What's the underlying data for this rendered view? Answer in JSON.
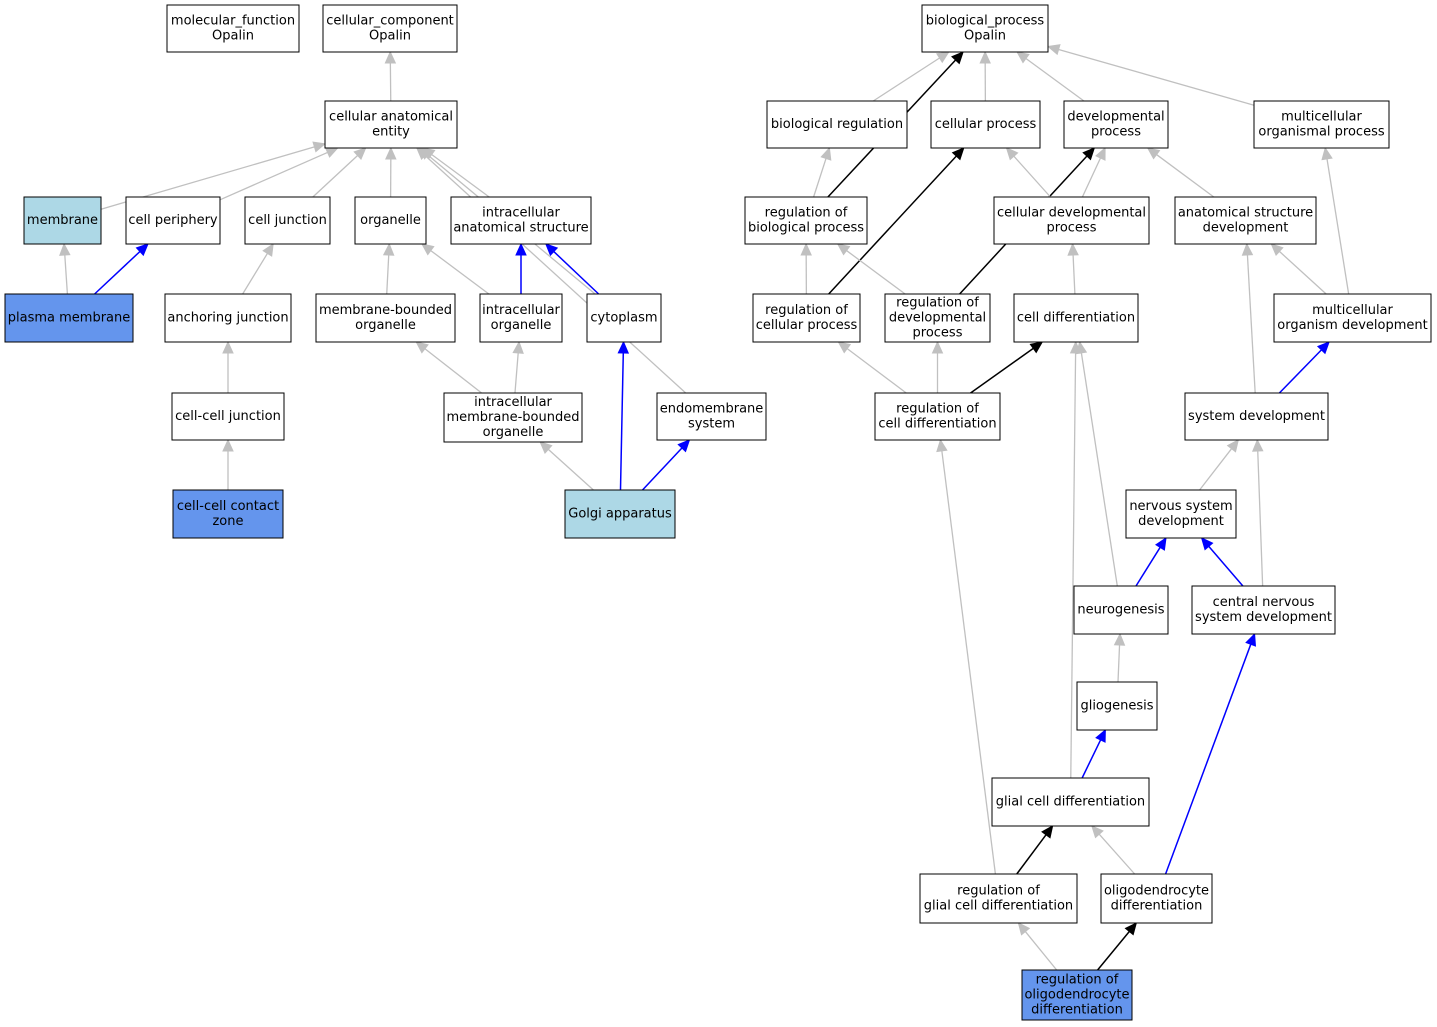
{
  "colors": {
    "white": "#ffffff",
    "lightblue": "#add8e6",
    "cornflower": "#6495ed",
    "edge_is_a": "#c0c0c0",
    "edge_part_of": "#0000ff",
    "edge_regulates": "#000000"
  },
  "nodes": [
    {
      "id": "mf",
      "lines": [
        "molecular_function",
        "Opalin"
      ],
      "fill": "white"
    },
    {
      "id": "cc",
      "lines": [
        "cellular_component",
        "Opalin"
      ],
      "fill": "white"
    },
    {
      "id": "bp",
      "lines": [
        "biological_process",
        "Opalin"
      ],
      "fill": "white"
    },
    {
      "id": "cae",
      "lines": [
        "cellular anatomical",
        "entity"
      ],
      "fill": "white"
    },
    {
      "id": "membrane",
      "lines": [
        "membrane"
      ],
      "fill": "lightblue"
    },
    {
      "id": "cellperiph",
      "lines": [
        "cell periphery"
      ],
      "fill": "white"
    },
    {
      "id": "celljunc",
      "lines": [
        "cell junction"
      ],
      "fill": "white"
    },
    {
      "id": "organelle",
      "lines": [
        "organelle"
      ],
      "fill": "white"
    },
    {
      "id": "ias",
      "lines": [
        "intracellular",
        "anatomical structure"
      ],
      "fill": "white"
    },
    {
      "id": "pm",
      "lines": [
        "plasma membrane"
      ],
      "fill": "cornflower"
    },
    {
      "id": "anchjunc",
      "lines": [
        "anchoring junction"
      ],
      "fill": "white"
    },
    {
      "id": "mbo",
      "lines": [
        "membrane-bounded",
        "organelle"
      ],
      "fill": "white"
    },
    {
      "id": "intorg",
      "lines": [
        "intracellular",
        "organelle"
      ],
      "fill": "white"
    },
    {
      "id": "cyto",
      "lines": [
        "cytoplasm"
      ],
      "fill": "white"
    },
    {
      "id": "ccjunc",
      "lines": [
        "cell-cell junction"
      ],
      "fill": "white"
    },
    {
      "id": "imbo",
      "lines": [
        "intracellular",
        "membrane-bounded",
        "organelle"
      ],
      "fill": "white"
    },
    {
      "id": "endo",
      "lines": [
        "endomembrane",
        "system"
      ],
      "fill": "white"
    },
    {
      "id": "cccz",
      "lines": [
        "cell-cell contact",
        "zone"
      ],
      "fill": "cornflower"
    },
    {
      "id": "golgi",
      "lines": [
        "Golgi apparatus"
      ],
      "fill": "lightblue"
    },
    {
      "id": "bioreg",
      "lines": [
        "biological regulation"
      ],
      "fill": "white"
    },
    {
      "id": "cellproc",
      "lines": [
        "cellular process"
      ],
      "fill": "white"
    },
    {
      "id": "devproc",
      "lines": [
        "developmental",
        "process"
      ],
      "fill": "white"
    },
    {
      "id": "mop",
      "lines": [
        "multicellular",
        "organismal process"
      ],
      "fill": "white"
    },
    {
      "id": "regbp",
      "lines": [
        "regulation of",
        "biological process"
      ],
      "fill": "white"
    },
    {
      "id": "celldevproc",
      "lines": [
        "cellular developmental",
        "process"
      ],
      "fill": "white"
    },
    {
      "id": "asd",
      "lines": [
        "anatomical structure",
        "development"
      ],
      "fill": "white"
    },
    {
      "id": "regcp",
      "lines": [
        "regulation of",
        "cellular process"
      ],
      "fill": "white"
    },
    {
      "id": "regdp",
      "lines": [
        "regulation of",
        "developmental",
        "process"
      ],
      "fill": "white"
    },
    {
      "id": "celldiff",
      "lines": [
        "cell differentiation"
      ],
      "fill": "white"
    },
    {
      "id": "mod",
      "lines": [
        "multicellular",
        "organism development"
      ],
      "fill": "white"
    },
    {
      "id": "regcd",
      "lines": [
        "regulation of",
        "cell differentiation"
      ],
      "fill": "white"
    },
    {
      "id": "sysdev",
      "lines": [
        "system development"
      ],
      "fill": "white"
    },
    {
      "id": "nsd",
      "lines": [
        "nervous system",
        "development"
      ],
      "fill": "white"
    },
    {
      "id": "neurogen",
      "lines": [
        "neurogenesis"
      ],
      "fill": "white"
    },
    {
      "id": "cnsd",
      "lines": [
        "central nervous",
        "system development"
      ],
      "fill": "white"
    },
    {
      "id": "gliogen",
      "lines": [
        "gliogenesis"
      ],
      "fill": "white"
    },
    {
      "id": "gcd",
      "lines": [
        "glial cell differentiation"
      ],
      "fill": "white"
    },
    {
      "id": "reggcd",
      "lines": [
        "regulation of",
        "glial cell differentiation"
      ],
      "fill": "white"
    },
    {
      "id": "oligodiff",
      "lines": [
        "oligodendrocyte",
        "differentiation"
      ],
      "fill": "white"
    },
    {
      "id": "regoligo",
      "lines": [
        "regulation of",
        "oligodendrocyte",
        "differentiation"
      ],
      "fill": "cornflower"
    }
  ],
  "edges": [
    {
      "from": "cae",
      "to": "cc",
      "type": "is_a"
    },
    {
      "from": "membrane",
      "to": "cae",
      "type": "is_a"
    },
    {
      "from": "cellperiph",
      "to": "cae",
      "type": "is_a"
    },
    {
      "from": "celljunc",
      "to": "cae",
      "type": "is_a"
    },
    {
      "from": "organelle",
      "to": "cae",
      "type": "is_a"
    },
    {
      "from": "ias",
      "to": "cae",
      "type": "is_a"
    },
    {
      "from": "cyto",
      "to": "cae",
      "type": "is_a"
    },
    {
      "from": "endo",
      "to": "cae",
      "type": "is_a"
    },
    {
      "from": "pm",
      "to": "membrane",
      "type": "is_a"
    },
    {
      "from": "pm",
      "to": "cellperiph",
      "type": "part_of"
    },
    {
      "from": "anchjunc",
      "to": "celljunc",
      "type": "is_a"
    },
    {
      "from": "ccjunc",
      "to": "anchjunc",
      "type": "is_a"
    },
    {
      "from": "cccz",
      "to": "ccjunc",
      "type": "is_a"
    },
    {
      "from": "mbo",
      "to": "organelle",
      "type": "is_a"
    },
    {
      "from": "intorg",
      "to": "organelle",
      "type": "is_a"
    },
    {
      "from": "intorg",
      "to": "ias",
      "type": "part_of"
    },
    {
      "from": "cyto",
      "to": "ias",
      "type": "part_of"
    },
    {
      "from": "imbo",
      "to": "mbo",
      "type": "is_a"
    },
    {
      "from": "imbo",
      "to": "intorg",
      "type": "is_a"
    },
    {
      "from": "golgi",
      "to": "imbo",
      "type": "is_a"
    },
    {
      "from": "golgi",
      "to": "cyto",
      "type": "part_of"
    },
    {
      "from": "golgi",
      "to": "endo",
      "type": "part_of"
    },
    {
      "from": "bioreg",
      "to": "bp",
      "type": "is_a"
    },
    {
      "from": "cellproc",
      "to": "bp",
      "type": "is_a"
    },
    {
      "from": "devproc",
      "to": "bp",
      "type": "is_a"
    },
    {
      "from": "mop",
      "to": "bp",
      "type": "is_a"
    },
    {
      "from": "regbp",
      "to": "bp",
      "type": "regulates"
    },
    {
      "from": "regbp",
      "to": "bioreg",
      "type": "is_a"
    },
    {
      "from": "regcp",
      "to": "regbp",
      "type": "is_a"
    },
    {
      "from": "regcp",
      "to": "cellproc",
      "type": "regulates"
    },
    {
      "from": "regdp",
      "to": "regbp",
      "type": "is_a"
    },
    {
      "from": "regdp",
      "to": "devproc",
      "type": "regulates"
    },
    {
      "from": "celldevproc",
      "to": "cellproc",
      "type": "is_a"
    },
    {
      "from": "celldevproc",
      "to": "devproc",
      "type": "is_a"
    },
    {
      "from": "asd",
      "to": "devproc",
      "type": "is_a"
    },
    {
      "from": "celldiff",
      "to": "celldevproc",
      "type": "is_a"
    },
    {
      "from": "mod",
      "to": "asd",
      "type": "is_a"
    },
    {
      "from": "mod",
      "to": "mop",
      "type": "is_a"
    },
    {
      "from": "regcd",
      "to": "regcp",
      "type": "is_a"
    },
    {
      "from": "regcd",
      "to": "regdp",
      "type": "is_a"
    },
    {
      "from": "regcd",
      "to": "celldiff",
      "type": "regulates"
    },
    {
      "from": "sysdev",
      "to": "asd",
      "type": "is_a"
    },
    {
      "from": "sysdev",
      "to": "mod",
      "type": "part_of"
    },
    {
      "from": "nsd",
      "to": "sysdev",
      "type": "is_a"
    },
    {
      "from": "cnsd",
      "to": "sysdev",
      "type": "is_a"
    },
    {
      "from": "cnsd",
      "to": "nsd",
      "type": "part_of"
    },
    {
      "from": "neurogen",
      "to": "nsd",
      "type": "part_of"
    },
    {
      "from": "neurogen",
      "to": "celldiff",
      "type": "is_a"
    },
    {
      "from": "gliogen",
      "to": "neurogen",
      "type": "is_a"
    },
    {
      "from": "gcd",
      "to": "gliogen",
      "type": "part_of"
    },
    {
      "from": "gcd",
      "to": "celldiff",
      "type": "is_a"
    },
    {
      "from": "reggcd",
      "to": "regcd",
      "type": "is_a"
    },
    {
      "from": "reggcd",
      "to": "gcd",
      "type": "regulates"
    },
    {
      "from": "oligodiff",
      "to": "gcd",
      "type": "is_a"
    },
    {
      "from": "oligodiff",
      "to": "cnsd",
      "type": "part_of"
    },
    {
      "from": "regoligo",
      "to": "reggcd",
      "type": "is_a"
    },
    {
      "from": "regoligo",
      "to": "oligodiff",
      "type": "regulates"
    }
  ]
}
